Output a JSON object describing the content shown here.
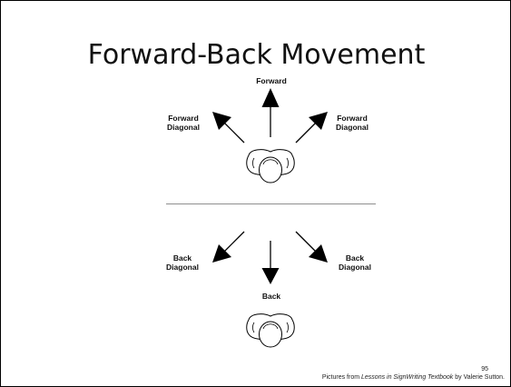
{
  "slide": {
    "title": "Forward-Back Movement",
    "page_number": "95"
  },
  "top_diagram": {
    "forward": "Forward",
    "forward_diagonal_left": [
      "Forward",
      "Diagonal"
    ],
    "forward_diagonal_right": [
      "Forward",
      "Diagonal"
    ]
  },
  "bottom_diagram": {
    "back": "Back",
    "back_diagonal_left": [
      "Back",
      "Diagonal"
    ],
    "back_diagonal_right": [
      "Back",
      "Diagonal"
    ]
  },
  "credit": {
    "prefix": "Pictures from ",
    "book": "Lessons in SignWriting Textbook",
    "suffix": " by Valerie Sutton."
  },
  "icons": [
    "arrow-up-icon",
    "arrow-up-left-icon",
    "arrow-up-right-icon",
    "arrow-down-icon",
    "arrow-down-left-icon",
    "arrow-down-right-icon",
    "head-shoulders-icon"
  ]
}
